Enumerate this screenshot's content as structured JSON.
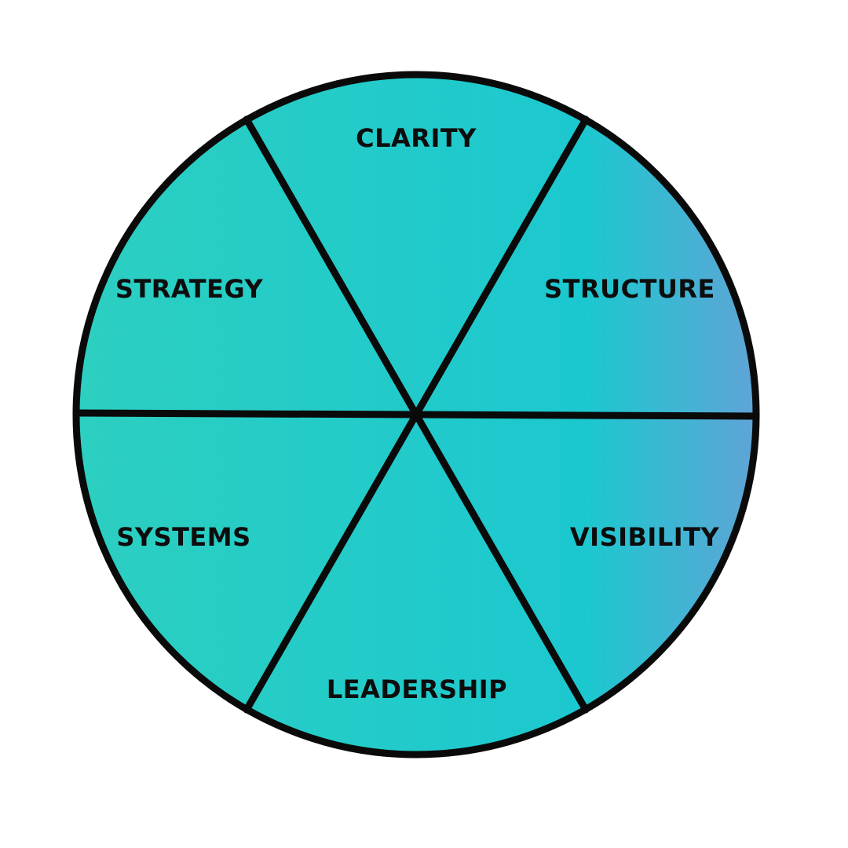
{
  "wheel": {
    "fill_gradient": [
      "#2ccfc0",
      "#1cc8d0",
      "#5fa4d6"
    ],
    "outline_color": "#0a0a0a",
    "segments": [
      {
        "label": "CLARITY"
      },
      {
        "label": "STRUCTURE"
      },
      {
        "label": "VISIBILITY"
      },
      {
        "label": "LEADERSHIP"
      },
      {
        "label": "SYSTEMS"
      },
      {
        "label": "STRATEGY"
      }
    ]
  }
}
